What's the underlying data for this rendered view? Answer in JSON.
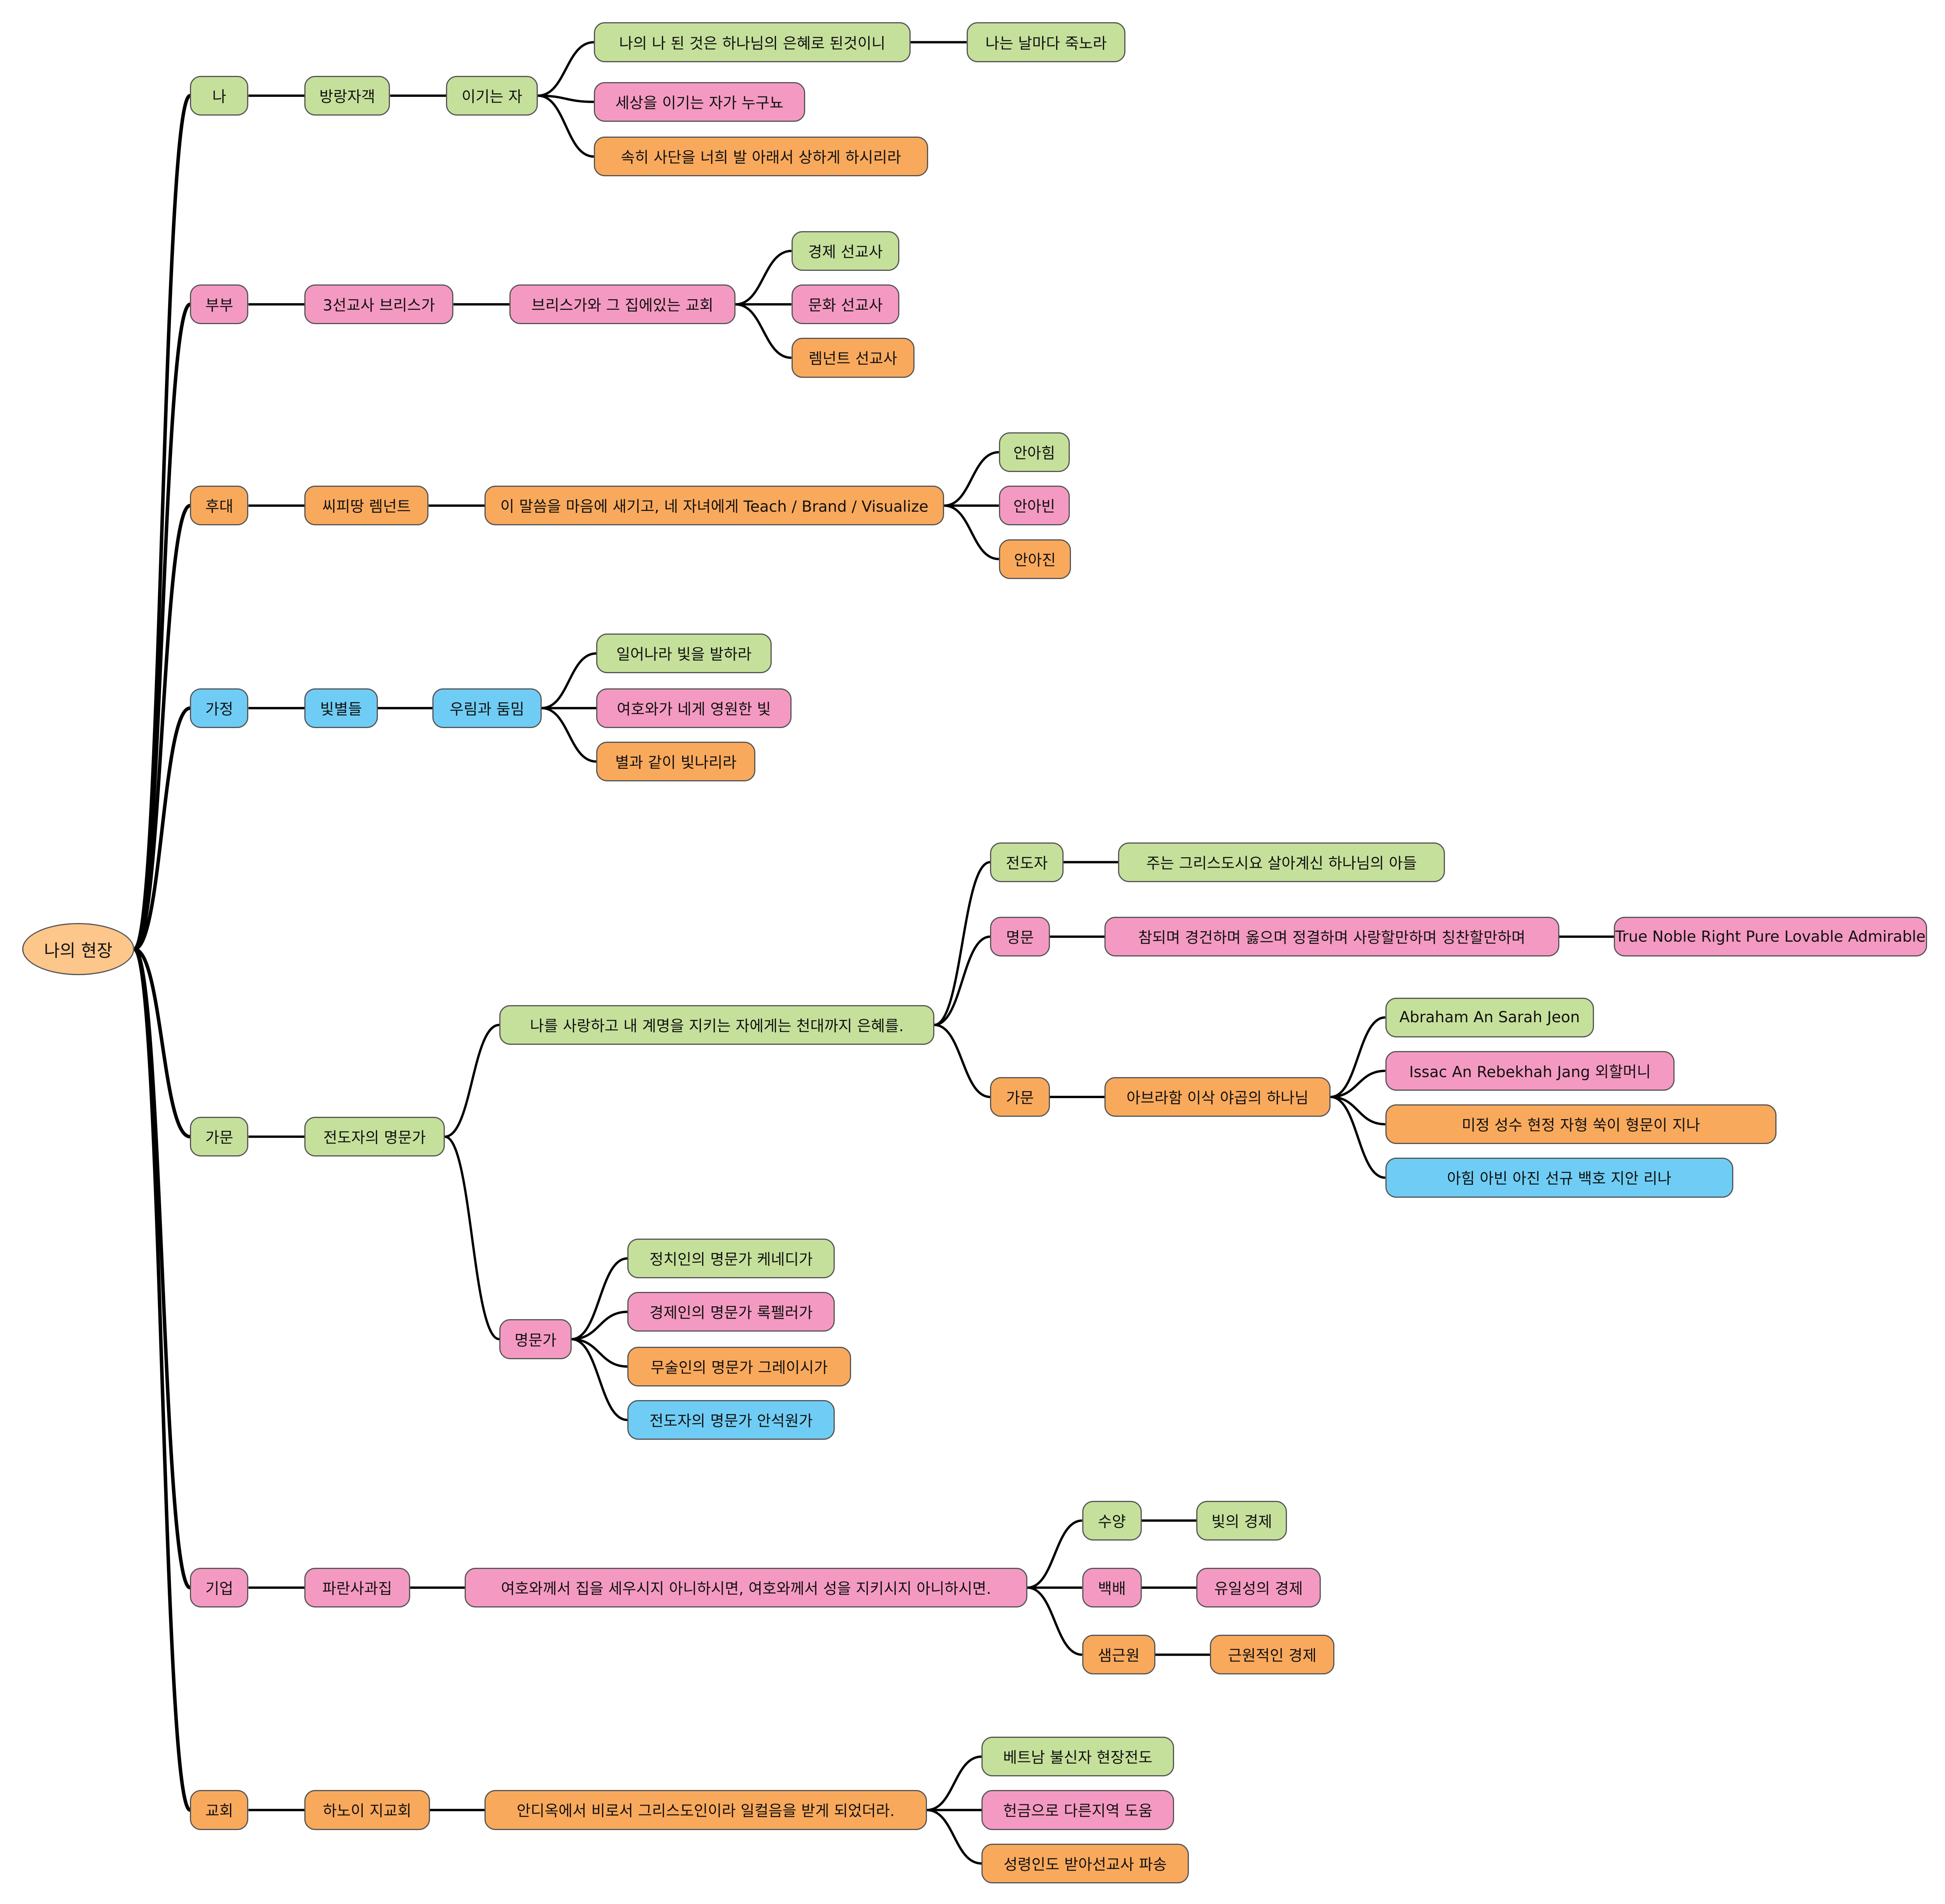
{
  "palette": {
    "root": "#fdc68a",
    "green": "#c5e09b",
    "pink": "#f49ac2",
    "orange": "#f9a95c",
    "blue": "#6fcdf5",
    "line": "#000000"
  },
  "nodes": [
    {
      "id": "root",
      "text": "나의 현장",
      "color": "root"
    },
    {
      "id": "b1",
      "text": "나",
      "color": "green"
    },
    {
      "id": "b1a",
      "text": "방랑자객",
      "color": "green"
    },
    {
      "id": "b1b",
      "text": "이기는 자",
      "color": "green"
    },
    {
      "id": "b1c1",
      "text": "나의 나 된 것은 하나님의 은혜로 된것이니",
      "color": "green"
    },
    {
      "id": "b1c1a",
      "text": "나는 날마다 죽노라",
      "color": "green"
    },
    {
      "id": "b1c2",
      "text": "세상을 이기는 자가 누구뇨",
      "color": "pink"
    },
    {
      "id": "b1c3",
      "text": "속히 사단을 너희 발 아래서 상하게 하시리라",
      "color": "orange"
    },
    {
      "id": "b2",
      "text": "부부",
      "color": "pink"
    },
    {
      "id": "b2a",
      "text": "3선교사 브리스가",
      "color": "pink"
    },
    {
      "id": "b2b",
      "text": "브리스가와 그 집에있는 교회",
      "color": "pink"
    },
    {
      "id": "b2c1",
      "text": "경제 선교사",
      "color": "green"
    },
    {
      "id": "b2c2",
      "text": "문화 선교사",
      "color": "pink"
    },
    {
      "id": "b2c3",
      "text": "렘넌트 선교사",
      "color": "orange"
    },
    {
      "id": "b3",
      "text": "후대",
      "color": "orange"
    },
    {
      "id": "b3a",
      "text": "씨피땅 렘넌트",
      "color": "orange"
    },
    {
      "id": "b3b",
      "text": "이 말씀을 마음에 새기고, 네 자녀에게 Teach / Brand / Visualize",
      "color": "orange"
    },
    {
      "id": "b3c1",
      "text": "안아힘",
      "color": "green"
    },
    {
      "id": "b3c2",
      "text": "안아빈",
      "color": "pink"
    },
    {
      "id": "b3c3",
      "text": "안아진",
      "color": "orange"
    },
    {
      "id": "b4",
      "text": "가정",
      "color": "blue"
    },
    {
      "id": "b4a",
      "text": "빛별들",
      "color": "blue"
    },
    {
      "id": "b4b",
      "text": "우림과 둠밈",
      "color": "blue"
    },
    {
      "id": "b4c1",
      "text": "일어나라 빛을 발하라",
      "color": "green"
    },
    {
      "id": "b4c2",
      "text": "여호와가 네게 영원한 빛",
      "color": "pink"
    },
    {
      "id": "b4c3",
      "text": "별과 같이 빛나리라",
      "color": "orange"
    },
    {
      "id": "b5",
      "text": "가문",
      "color": "green"
    },
    {
      "id": "b5a",
      "text": "전도자의 명문가",
      "color": "green"
    },
    {
      "id": "b5b",
      "text": "나를 사랑하고 내 계명을 지키는 자에게는 천대까지 은혜를.",
      "color": "green"
    },
    {
      "id": "b5c1",
      "text": "전도자",
      "color": "green"
    },
    {
      "id": "b5c1a",
      "text": "주는 그리스도시요 살아계신 하나님의 아들",
      "color": "green"
    },
    {
      "id": "b5c2",
      "text": "명문",
      "color": "pink"
    },
    {
      "id": "b5c2a",
      "text": "참되며 경건하며 옳으며 정결하며 사랑할만하며 칭찬할만하며",
      "color": "pink"
    },
    {
      "id": "b5c2b",
      "text": "True Noble Right Pure Lovable Admirable",
      "color": "pink"
    },
    {
      "id": "b5c3",
      "text": "가문",
      "color": "orange"
    },
    {
      "id": "b5c3a",
      "text": "아브라함 이삭 야곱의 하나님",
      "color": "orange"
    },
    {
      "id": "b5d1",
      "text": "Abraham An     Sarah Jeon",
      "color": "green"
    },
    {
      "id": "b5d2",
      "text": "Issac An     Rebekhah Jang     외할머니",
      "color": "pink"
    },
    {
      "id": "b5d3",
      "text": "미정     성수     현정     자형     쑥이     형문이     지나",
      "color": "orange"
    },
    {
      "id": "b5d4",
      "text": "아힘     아빈     아진     선규     백호     지안     리나",
      "color": "blue"
    },
    {
      "id": "b5e",
      "text": "명문가",
      "color": "pink"
    },
    {
      "id": "b5e1",
      "text": "정치인의 명문가 케네디가",
      "color": "green"
    },
    {
      "id": "b5e2",
      "text": "경제인의 명문가 록펠러가",
      "color": "pink"
    },
    {
      "id": "b5e3",
      "text": "무술인의 명문가 그레이시가",
      "color": "orange"
    },
    {
      "id": "b5e4",
      "text": "전도자의 명문가 안석원가",
      "color": "blue"
    },
    {
      "id": "b6",
      "text": "기업",
      "color": "pink"
    },
    {
      "id": "b6a",
      "text": "파란사과집",
      "color": "pink"
    },
    {
      "id": "b6b",
      "text": "여호와께서 집을 세우시지 아니하시면, 여호와께서 성을 지키시지 아니하시면.",
      "color": "pink"
    },
    {
      "id": "b6c1",
      "text": "수양",
      "color": "green"
    },
    {
      "id": "b6c1a",
      "text": "빛의 경제",
      "color": "green"
    },
    {
      "id": "b6c2",
      "text": "백배",
      "color": "pink"
    },
    {
      "id": "b6c2a",
      "text": "유일성의 경제",
      "color": "pink"
    },
    {
      "id": "b6c3",
      "text": "샘근원",
      "color": "orange"
    },
    {
      "id": "b6c3a",
      "text": "근원적인 경제",
      "color": "orange"
    },
    {
      "id": "b7",
      "text": "교회",
      "color": "orange"
    },
    {
      "id": "b7a",
      "text": "하노이 지교회",
      "color": "orange"
    },
    {
      "id": "b7b",
      "text": "안디옥에서 비로서 그리스도인이라 일컬음을 받게 되었더라.",
      "color": "orange"
    },
    {
      "id": "b7c1",
      "text": "베트남 불신자 현장전도",
      "color": "green"
    },
    {
      "id": "b7c2",
      "text": "헌금으로 다른지역 도움",
      "color": "pink"
    },
    {
      "id": "b7c3",
      "text": "성령인도 받아선교사 파송",
      "color": "orange"
    }
  ],
  "edges": [
    [
      "root",
      "b1"
    ],
    [
      "root",
      "b2"
    ],
    [
      "root",
      "b3"
    ],
    [
      "root",
      "b4"
    ],
    [
      "root",
      "b5"
    ],
    [
      "root",
      "b6"
    ],
    [
      "root",
      "b7"
    ],
    [
      "b1",
      "b1a"
    ],
    [
      "b1a",
      "b1b"
    ],
    [
      "b1b",
      "b1c1"
    ],
    [
      "b1c1",
      "b1c1a"
    ],
    [
      "b1b",
      "b1c2"
    ],
    [
      "b1b",
      "b1c3"
    ],
    [
      "b2",
      "b2a"
    ],
    [
      "b2a",
      "b2b"
    ],
    [
      "b2b",
      "b2c1"
    ],
    [
      "b2b",
      "b2c2"
    ],
    [
      "b2b",
      "b2c3"
    ],
    [
      "b3",
      "b3a"
    ],
    [
      "b3a",
      "b3b"
    ],
    [
      "b3b",
      "b3c1"
    ],
    [
      "b3b",
      "b3c2"
    ],
    [
      "b3b",
      "b3c3"
    ],
    [
      "b4",
      "b4a"
    ],
    [
      "b4a",
      "b4b"
    ],
    [
      "b4b",
      "b4c1"
    ],
    [
      "b4b",
      "b4c2"
    ],
    [
      "b4b",
      "b4c3"
    ],
    [
      "b5",
      "b5a"
    ],
    [
      "b5a",
      "b5b"
    ],
    [
      "b5a",
      "b5e"
    ],
    [
      "b5b",
      "b5c1"
    ],
    [
      "b5c1",
      "b5c1a"
    ],
    [
      "b5b",
      "b5c2"
    ],
    [
      "b5c2",
      "b5c2a"
    ],
    [
      "b5c2a",
      "b5c2b"
    ],
    [
      "b5b",
      "b5c3"
    ],
    [
      "b5c3",
      "b5c3a"
    ],
    [
      "b5c3a",
      "b5d1"
    ],
    [
      "b5c3a",
      "b5d2"
    ],
    [
      "b5c3a",
      "b5d3"
    ],
    [
      "b5c3a",
      "b5d4"
    ],
    [
      "b5e",
      "b5e1"
    ],
    [
      "b5e",
      "b5e2"
    ],
    [
      "b5e",
      "b5e3"
    ],
    [
      "b5e",
      "b5e4"
    ],
    [
      "b6",
      "b6a"
    ],
    [
      "b6a",
      "b6b"
    ],
    [
      "b6b",
      "b6c1"
    ],
    [
      "b6c1",
      "b6c1a"
    ],
    [
      "b6b",
      "b6c2"
    ],
    [
      "b6c2",
      "b6c2a"
    ],
    [
      "b6b",
      "b6c3"
    ],
    [
      "b6c3",
      "b6c3a"
    ],
    [
      "b7",
      "b7a"
    ],
    [
      "b7a",
      "b7b"
    ],
    [
      "b7b",
      "b7c1"
    ],
    [
      "b7b",
      "b7c2"
    ],
    [
      "b7b",
      "b7c3"
    ]
  ]
}
